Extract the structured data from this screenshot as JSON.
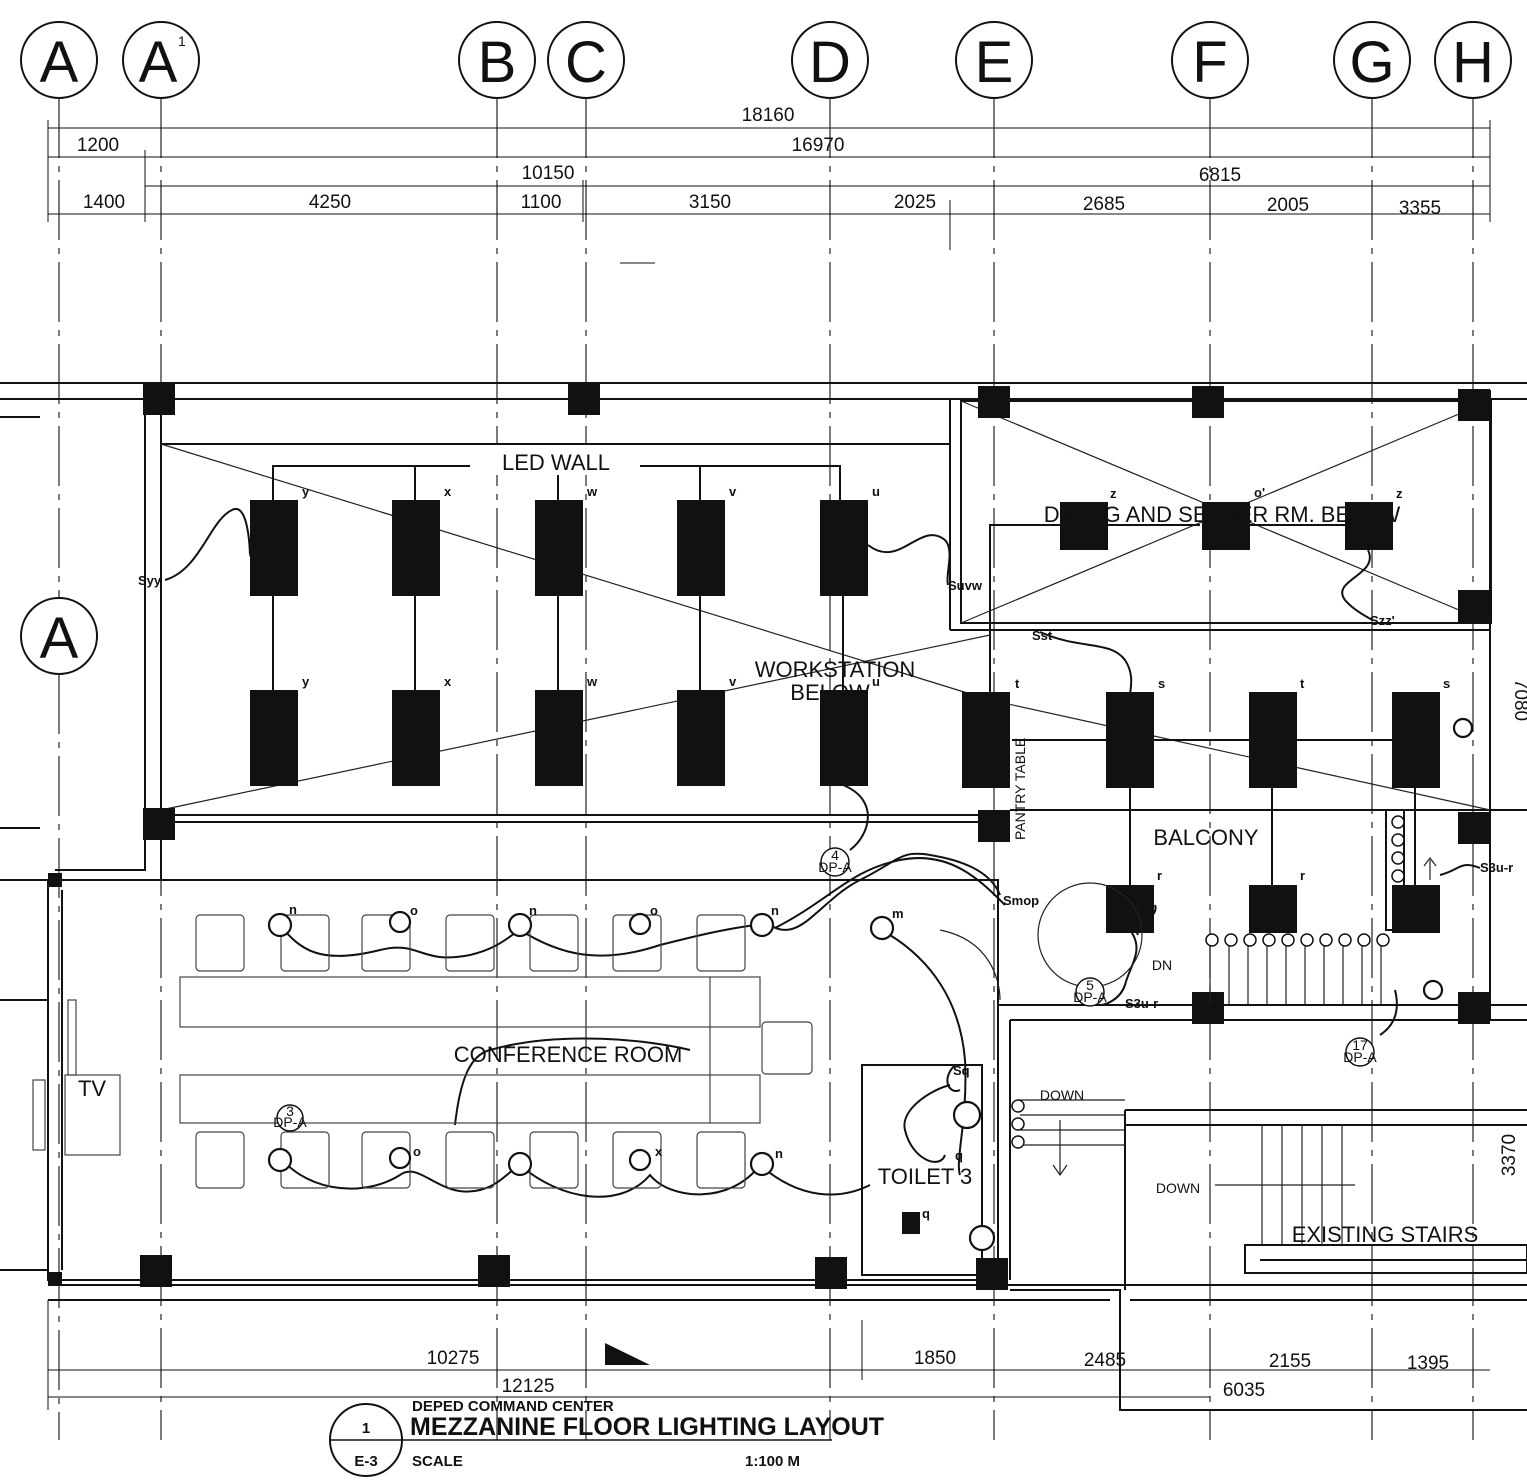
{
  "grid_lines": {
    "top": [
      "A",
      "A",
      "B",
      "C",
      "D",
      "E",
      "F",
      "G",
      "H"
    ],
    "a1_superscript": "1",
    "left": "A"
  },
  "dimensions": {
    "overall": "18160",
    "row2": [
      "1200",
      "16970"
    ],
    "row3": [
      "10150",
      "6815"
    ],
    "row4": [
      "1400",
      "4250",
      "1100",
      "3150",
      "2025",
      "2685",
      "2005",
      "3355"
    ],
    "bottom": [
      "10275",
      "1850",
      "2485",
      "2155",
      "1395"
    ],
    "bottom2": [
      "12125",
      "6035"
    ],
    "side": [
      "7080",
      "3370"
    ]
  },
  "rooms": {
    "led_wall": "LED WALL",
    "dining": "DINING AND SERVER RM. BELOW",
    "workstation_1": "WORKSTATION",
    "workstation_2": "BELOW",
    "balcony": "BALCONY",
    "conference": "CONFERENCE ROOM",
    "toilet": "TOILET 3",
    "existing_stairs": "EXISTING STAIRS",
    "tv": "TV",
    "pantry": "PANTRY TABLE",
    "down1": "DOWN",
    "down2": "DOWN",
    "dn": "DN"
  },
  "fixture_tags": {
    "row1": [
      "y",
      "x",
      "w",
      "v",
      "u"
    ],
    "row2": [
      "y",
      "x",
      "w",
      "v",
      "u",
      "t",
      "s",
      "t",
      "s"
    ],
    "dining": [
      "z",
      "o'",
      "z"
    ],
    "balcony": [
      "r",
      "r"
    ],
    "downlights_top": [
      "n",
      "o",
      "n",
      "o",
      "n",
      "m"
    ],
    "downlights_bottom": [
      "o",
      "x",
      "n"
    ],
    "toilet": [
      "q",
      "q"
    ]
  },
  "switches": [
    "Syy",
    "Suvw",
    "Sst",
    "Szz'",
    "S3u-r",
    "S3u-r",
    "Sq",
    "Smop"
  ],
  "panels": [
    {
      "num": "4",
      "ref": "DP-A"
    },
    {
      "num": "5",
      "ref": "DP-A"
    },
    {
      "num": "3",
      "ref": "DP-A"
    },
    {
      "num": "17",
      "ref": "DP-A"
    }
  ],
  "title_block": {
    "number": "1",
    "sheet": "E-3",
    "project": "DEPED COMMAND CENTER",
    "title": "MEZZANINE FLOOR LIGHTING LAYOUT",
    "scale_label": "SCALE",
    "scale_value": "1:100 M"
  }
}
